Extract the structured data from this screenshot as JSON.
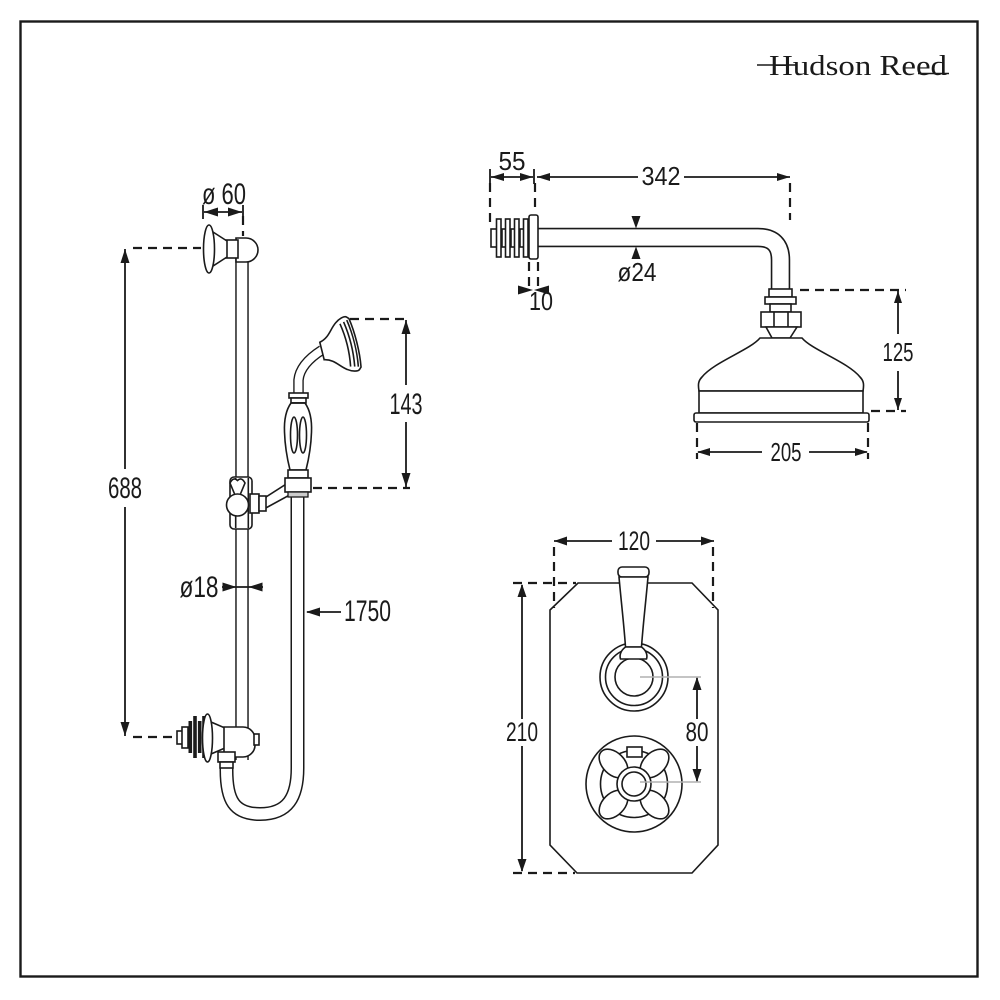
{
  "brand": {
    "logo_text": "Hudson Reed"
  },
  "colors": {
    "line": "#1a1a1a",
    "centerline_gray": "#b0b0b0",
    "background": "#ffffff",
    "hose_band_gray": "#cccccc"
  },
  "drawings": {
    "slide_rail_kit": {
      "dimensions": {
        "bracket_flange_diameter": "ø 60",
        "bracket_centres": "688",
        "handset_height": "143",
        "rail_diameter": "ø18",
        "hose_length": "1750"
      }
    },
    "fixed_shower_head": {
      "dimensions": {
        "wall_thread_length": "55",
        "arm_length": "342",
        "wall_plate_thickness": "10",
        "arm_diameter": "ø24",
        "head_height": "125",
        "head_diameter": "205"
      }
    },
    "thermostatic_valve": {
      "dimensions": {
        "plate_width": "120",
        "plate_height": "210",
        "handle_spacing": "80"
      }
    }
  }
}
